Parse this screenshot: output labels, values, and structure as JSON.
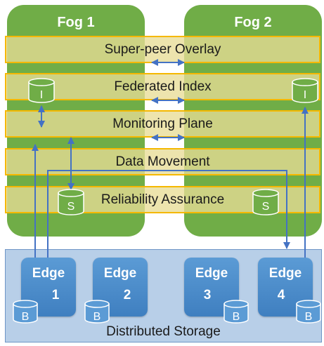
{
  "fogs": [
    {
      "title": "Fog 1"
    },
    {
      "title": "Fog 2"
    }
  ],
  "layers": [
    {
      "label": "Super-peer Overlay"
    },
    {
      "label": "Federated Index"
    },
    {
      "label": "Monitoring Plane"
    },
    {
      "label": "Data Movement"
    },
    {
      "label": "Reliability Assurance"
    }
  ],
  "storage": {
    "label": "Distributed Storage"
  },
  "edges": [
    {
      "line1": "Edge",
      "line2": "1"
    },
    {
      "line1": "Edge",
      "line2": "2"
    },
    {
      "line1": "Edge",
      "line2": "3"
    },
    {
      "line1": "Edge",
      "line2": "4"
    }
  ],
  "db_labels": {
    "index": "I",
    "service": "S",
    "block": "B"
  },
  "colors": {
    "fog": "#70ad47",
    "layer_border": "#f5b800",
    "edge": "#5b9bd5",
    "storage": "#b8cfe8",
    "arrow": "#4472c4"
  }
}
